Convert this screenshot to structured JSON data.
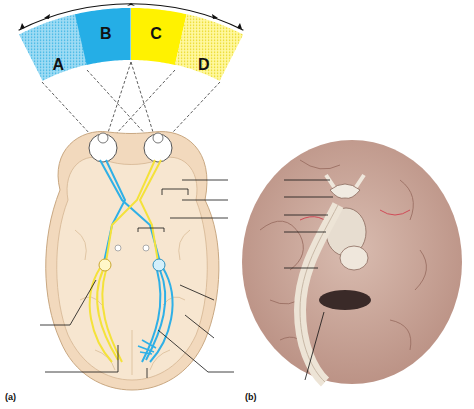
{
  "diagram": {
    "nodes": [
      {
        "text": [
          "A"
        ]
      },
      {
        "text": [
          "B"
        ]
      },
      {
        "text": [
          "C"
        ]
      },
      {
        "text": [
          "D"
        ]
      }
    ],
    "labels": [
      "(a)",
      "(b)"
    ]
  }
}
